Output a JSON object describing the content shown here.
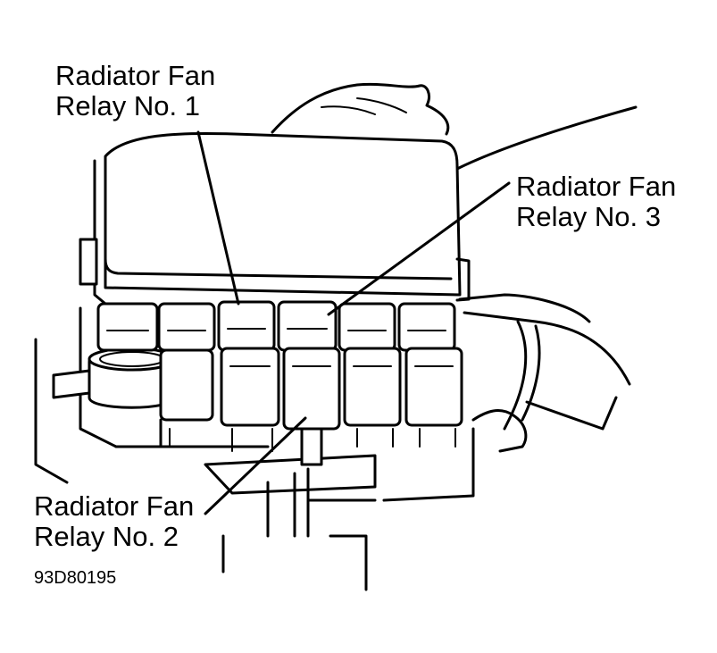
{
  "labels": {
    "relay1": {
      "line1": "Radiator Fan",
      "line2": "Relay No. 1"
    },
    "relay2": {
      "line1": "Radiator Fan",
      "line2": "Relay No. 2"
    },
    "relay3": {
      "line1": "Radiator Fan",
      "line2": "Relay No. 3"
    }
  },
  "figure_id": "93D80195"
}
